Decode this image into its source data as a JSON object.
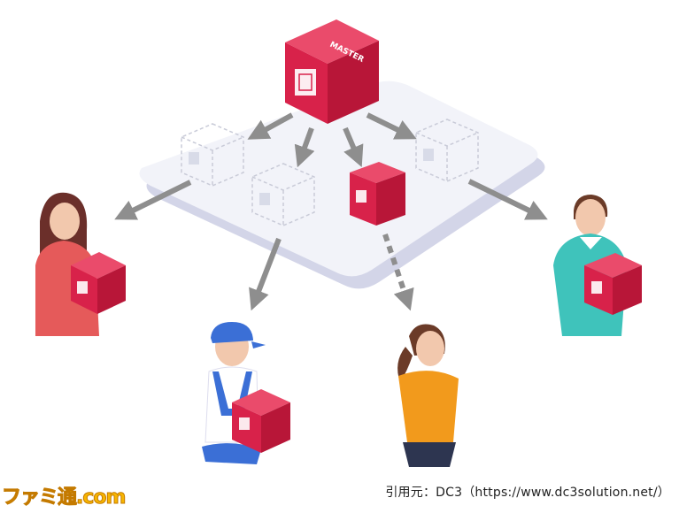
{
  "master_label": "MASTER",
  "caption": "引用元：DC3（https://www.dc3solution.net/）",
  "logo_text": "ファミ通.com",
  "colors": {
    "cube_front": "#d8224a",
    "cube_right": "#b81638",
    "cube_top": "#ea4b6b",
    "platform": "#f1f2f8",
    "platform_edge": "#d9dbea",
    "arrow": "#8e8e8e"
  }
}
